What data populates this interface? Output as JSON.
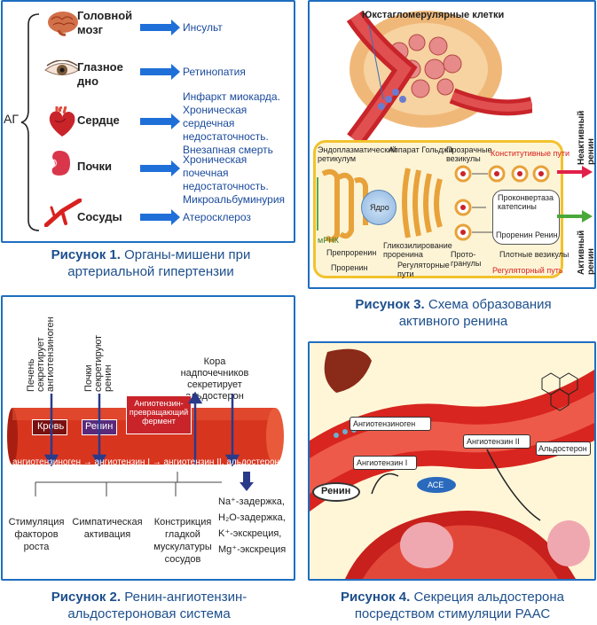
{
  "fig1": {
    "caption_num": "Рисунок 1.",
    "caption_text": "Органы-мишени при артериальной гипертензии",
    "root": "АГ",
    "rows": [
      {
        "organ": "Головной мозг",
        "icon": "brain-icon",
        "outcome": "Инсульт"
      },
      {
        "organ": "Глазное дно",
        "icon": "eye-icon",
        "outcome": "Ретинопатия"
      },
      {
        "organ": "Сердце",
        "icon": "heart-icon",
        "outcome": "Инфаркт миокарда. Хроническая сердечная недостаточность. Внезапная смерть"
      },
      {
        "organ": "Почки",
        "icon": "kidney-icon",
        "outcome": "Хроническая почечная недостаточность. Микроальбуминурия"
      },
      {
        "organ": "Сосуды",
        "icon": "vessel-icon",
        "outcome": "Атеросклероз"
      }
    ]
  },
  "fig2": {
    "caption_num": "Рисунок 2.",
    "caption_text": "Ренин-ангиотензин-альдостероновая система",
    "liver": "Печень секретирует ангиотензиноген",
    "kidney": "Почки секретируют ренин",
    "adrenal": "Кора надпочечников секретирует альдостерон",
    "blood": "Кровь",
    "renin": "Ренин",
    "ace": "Ангиотензин-превращающий фермент",
    "chain": "ангиотензиноген → ангиотензин I → ангиотензин II, альдостерон",
    "effects": [
      "Стимуляция факторов роста",
      "Симпатическая активация",
      "Констрикция гладкой мускулатуры сосудов"
    ],
    "ions": [
      "Na⁺-задержка,",
      "H₂O-задержка,",
      "K⁺-экскреция,",
      "Mg⁺-экскреция"
    ]
  },
  "fig3": {
    "caption_num": "Рисунок 3.",
    "caption_text": "Схема образования активного ренина",
    "jg": "Юкстагломерулярные клетки",
    "er": "Эндоплазматический ретикулум",
    "golgi": "Аппарат Гольджи",
    "vesicles": "Прозрачные везикулы",
    "constitutive": "Конститутивные пути",
    "inactive": "Неактивный ренин",
    "active": "Активный ренин",
    "nucleus": "Ядро",
    "mrna": "мРНК",
    "prepro": "Препроренин",
    "prorenin": "Проренин",
    "glyco": "Гликозилирование проренина",
    "regpaths": "Регуляторные пути",
    "protogran": "Прото-гранулы",
    "convertase": "Проконвертаза катепсины",
    "prorenin_renin": "Проренин  Ренин",
    "dense": "Плотные везикулы",
    "regpath": "Регуляторный путь"
  },
  "fig4": {
    "caption_num": "Рисунок 4.",
    "caption_text": "Секреция альдостерона посредством стимуляции РААС",
    "angiotensinogen": "Ангиотензиноген",
    "ang1": "Ангиотензин I",
    "ang2": "Ангиотензин II",
    "aldosterone": "Альдостерон",
    "ace": "АСЕ",
    "renin": "Ренин"
  }
}
